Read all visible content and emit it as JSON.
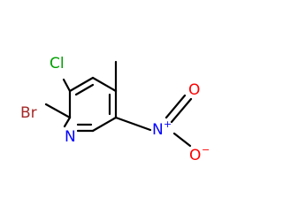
{
  "molecule": {
    "atoms": {
      "chlorine": {
        "label": "Cl",
        "color": "#00a000"
      },
      "bromine": {
        "label": "Br",
        "color": "#a52a2a"
      },
      "ring_nitrogen": {
        "label": "N",
        "color": "#0000ff"
      },
      "nitro_nitrogen": {
        "label": "N",
        "charge": "+",
        "color": "#0000ff"
      },
      "nitro_oxygen_top": {
        "label": "O",
        "color": "#ff0000"
      },
      "nitro_oxygen_bottom": {
        "label": "O",
        "charge": "−",
        "color": "#ff0000"
      }
    },
    "bond_color": "#000000"
  }
}
